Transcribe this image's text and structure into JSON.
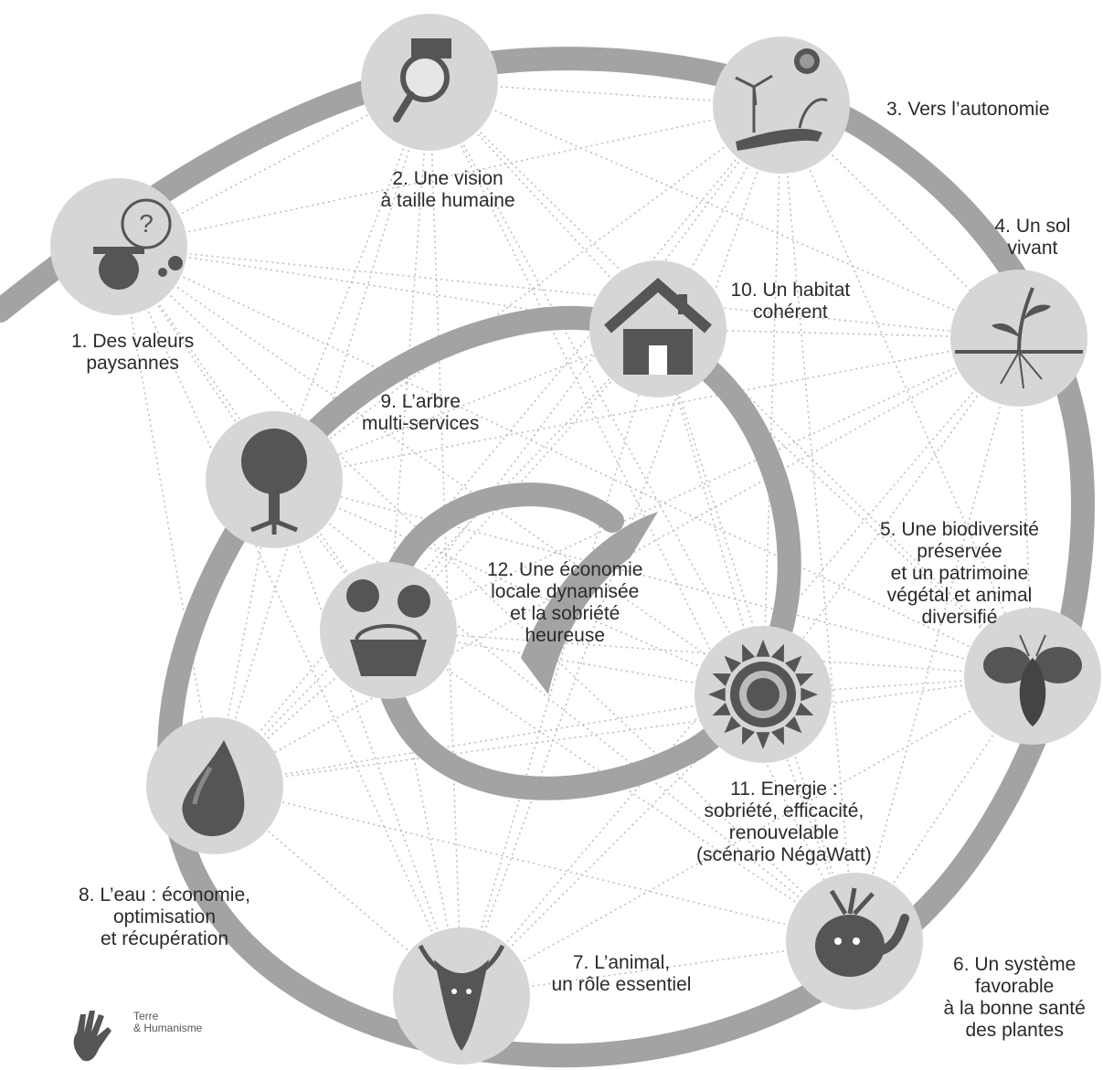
{
  "nodes": [
    {
      "id": 1,
      "lines": [
        "1. Des valeurs",
        "paysannes"
      ],
      "icon": "farmer-icon"
    },
    {
      "id": 2,
      "lines": [
        "2. Une vision",
        "à taille humaine"
      ],
      "icon": "magnifier-icon"
    },
    {
      "id": 3,
      "lines": [
        "3. Vers l’autonomie"
      ],
      "icon": "wind-sun-hand-icon"
    },
    {
      "id": 4,
      "lines": [
        "4. Un sol",
        "vivant"
      ],
      "icon": "plant-roots-icon"
    },
    {
      "id": 5,
      "lines": [
        "5. Une biodiversité",
        "préservée",
        "et un patrimoine",
        "végétal et animal",
        "diversifié"
      ],
      "icon": "bee-icon"
    },
    {
      "id": 6,
      "lines": [
        "6. Un système",
        "favorable",
        "à la bonne santé",
        "des plantes"
      ],
      "icon": "beet-icon"
    },
    {
      "id": 7,
      "lines": [
        "7. L’animal,",
        "un rôle essentiel"
      ],
      "icon": "goat-icon"
    },
    {
      "id": 8,
      "lines": [
        "8. L’eau : économie,",
        "optimisation",
        "et récupération"
      ],
      "icon": "water-drop-icon"
    },
    {
      "id": 9,
      "lines": [
        "9. L’arbre",
        "multi-services"
      ],
      "icon": "tree-icon"
    },
    {
      "id": 10,
      "lines": [
        "10. Un habitat",
        "cohérent"
      ],
      "icon": "house-icon"
    },
    {
      "id": 11,
      "lines": [
        "11. Energie :",
        "sobriété, efficacité,",
        "renouvelable",
        "(scénario NégaWatt)"
      ],
      "icon": "sun-icon"
    },
    {
      "id": 12,
      "lines": [
        "12. Une économie",
        "locale dynamisée",
        "et la sobriété",
        "heureuse"
      ],
      "icon": "basket-icon"
    }
  ],
  "logo": {
    "line1": "Terre",
    "line2": "& Humanisme"
  }
}
